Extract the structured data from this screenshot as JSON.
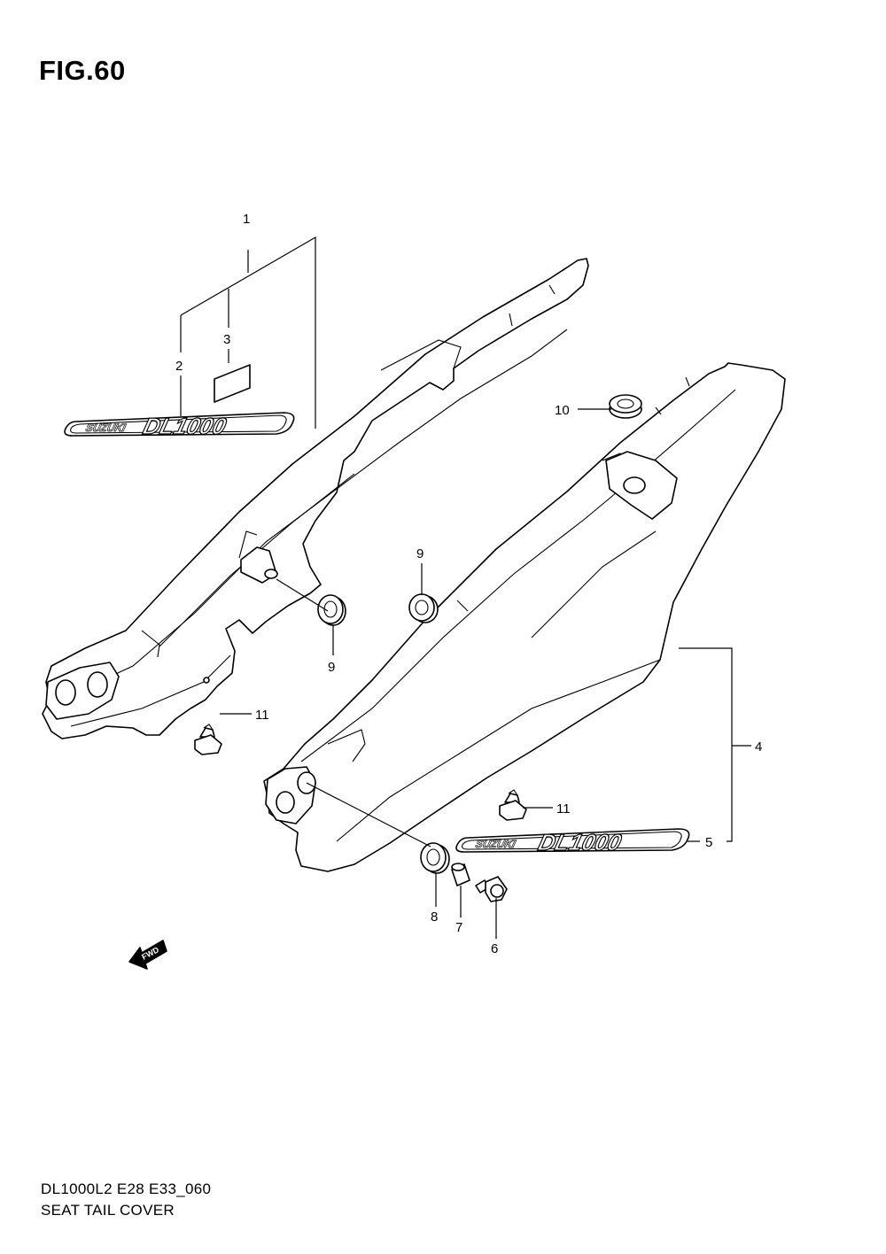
{
  "figure": {
    "title": "FIG.60",
    "model_code": "DL1000L2 E28 E33_060",
    "part_group": "SEAT TAIL COVER"
  },
  "callouts": [
    {
      "id": "1",
      "label": "1"
    },
    {
      "id": "2",
      "label": "2"
    },
    {
      "id": "3",
      "label": "3"
    },
    {
      "id": "4",
      "label": "4"
    },
    {
      "id": "5",
      "label": "5"
    },
    {
      "id": "6",
      "label": "6"
    },
    {
      "id": "7",
      "label": "7"
    },
    {
      "id": "8",
      "label": "8"
    },
    {
      "id": "9a",
      "label": "9"
    },
    {
      "id": "9b",
      "label": "9"
    },
    {
      "id": "10",
      "label": "10"
    },
    {
      "id": "11a",
      "label": "11"
    },
    {
      "id": "11b",
      "label": "11"
    }
  ],
  "decals": {
    "brand": "SUZUKI",
    "model": "DL1000"
  },
  "direction_marker": "FWD"
}
